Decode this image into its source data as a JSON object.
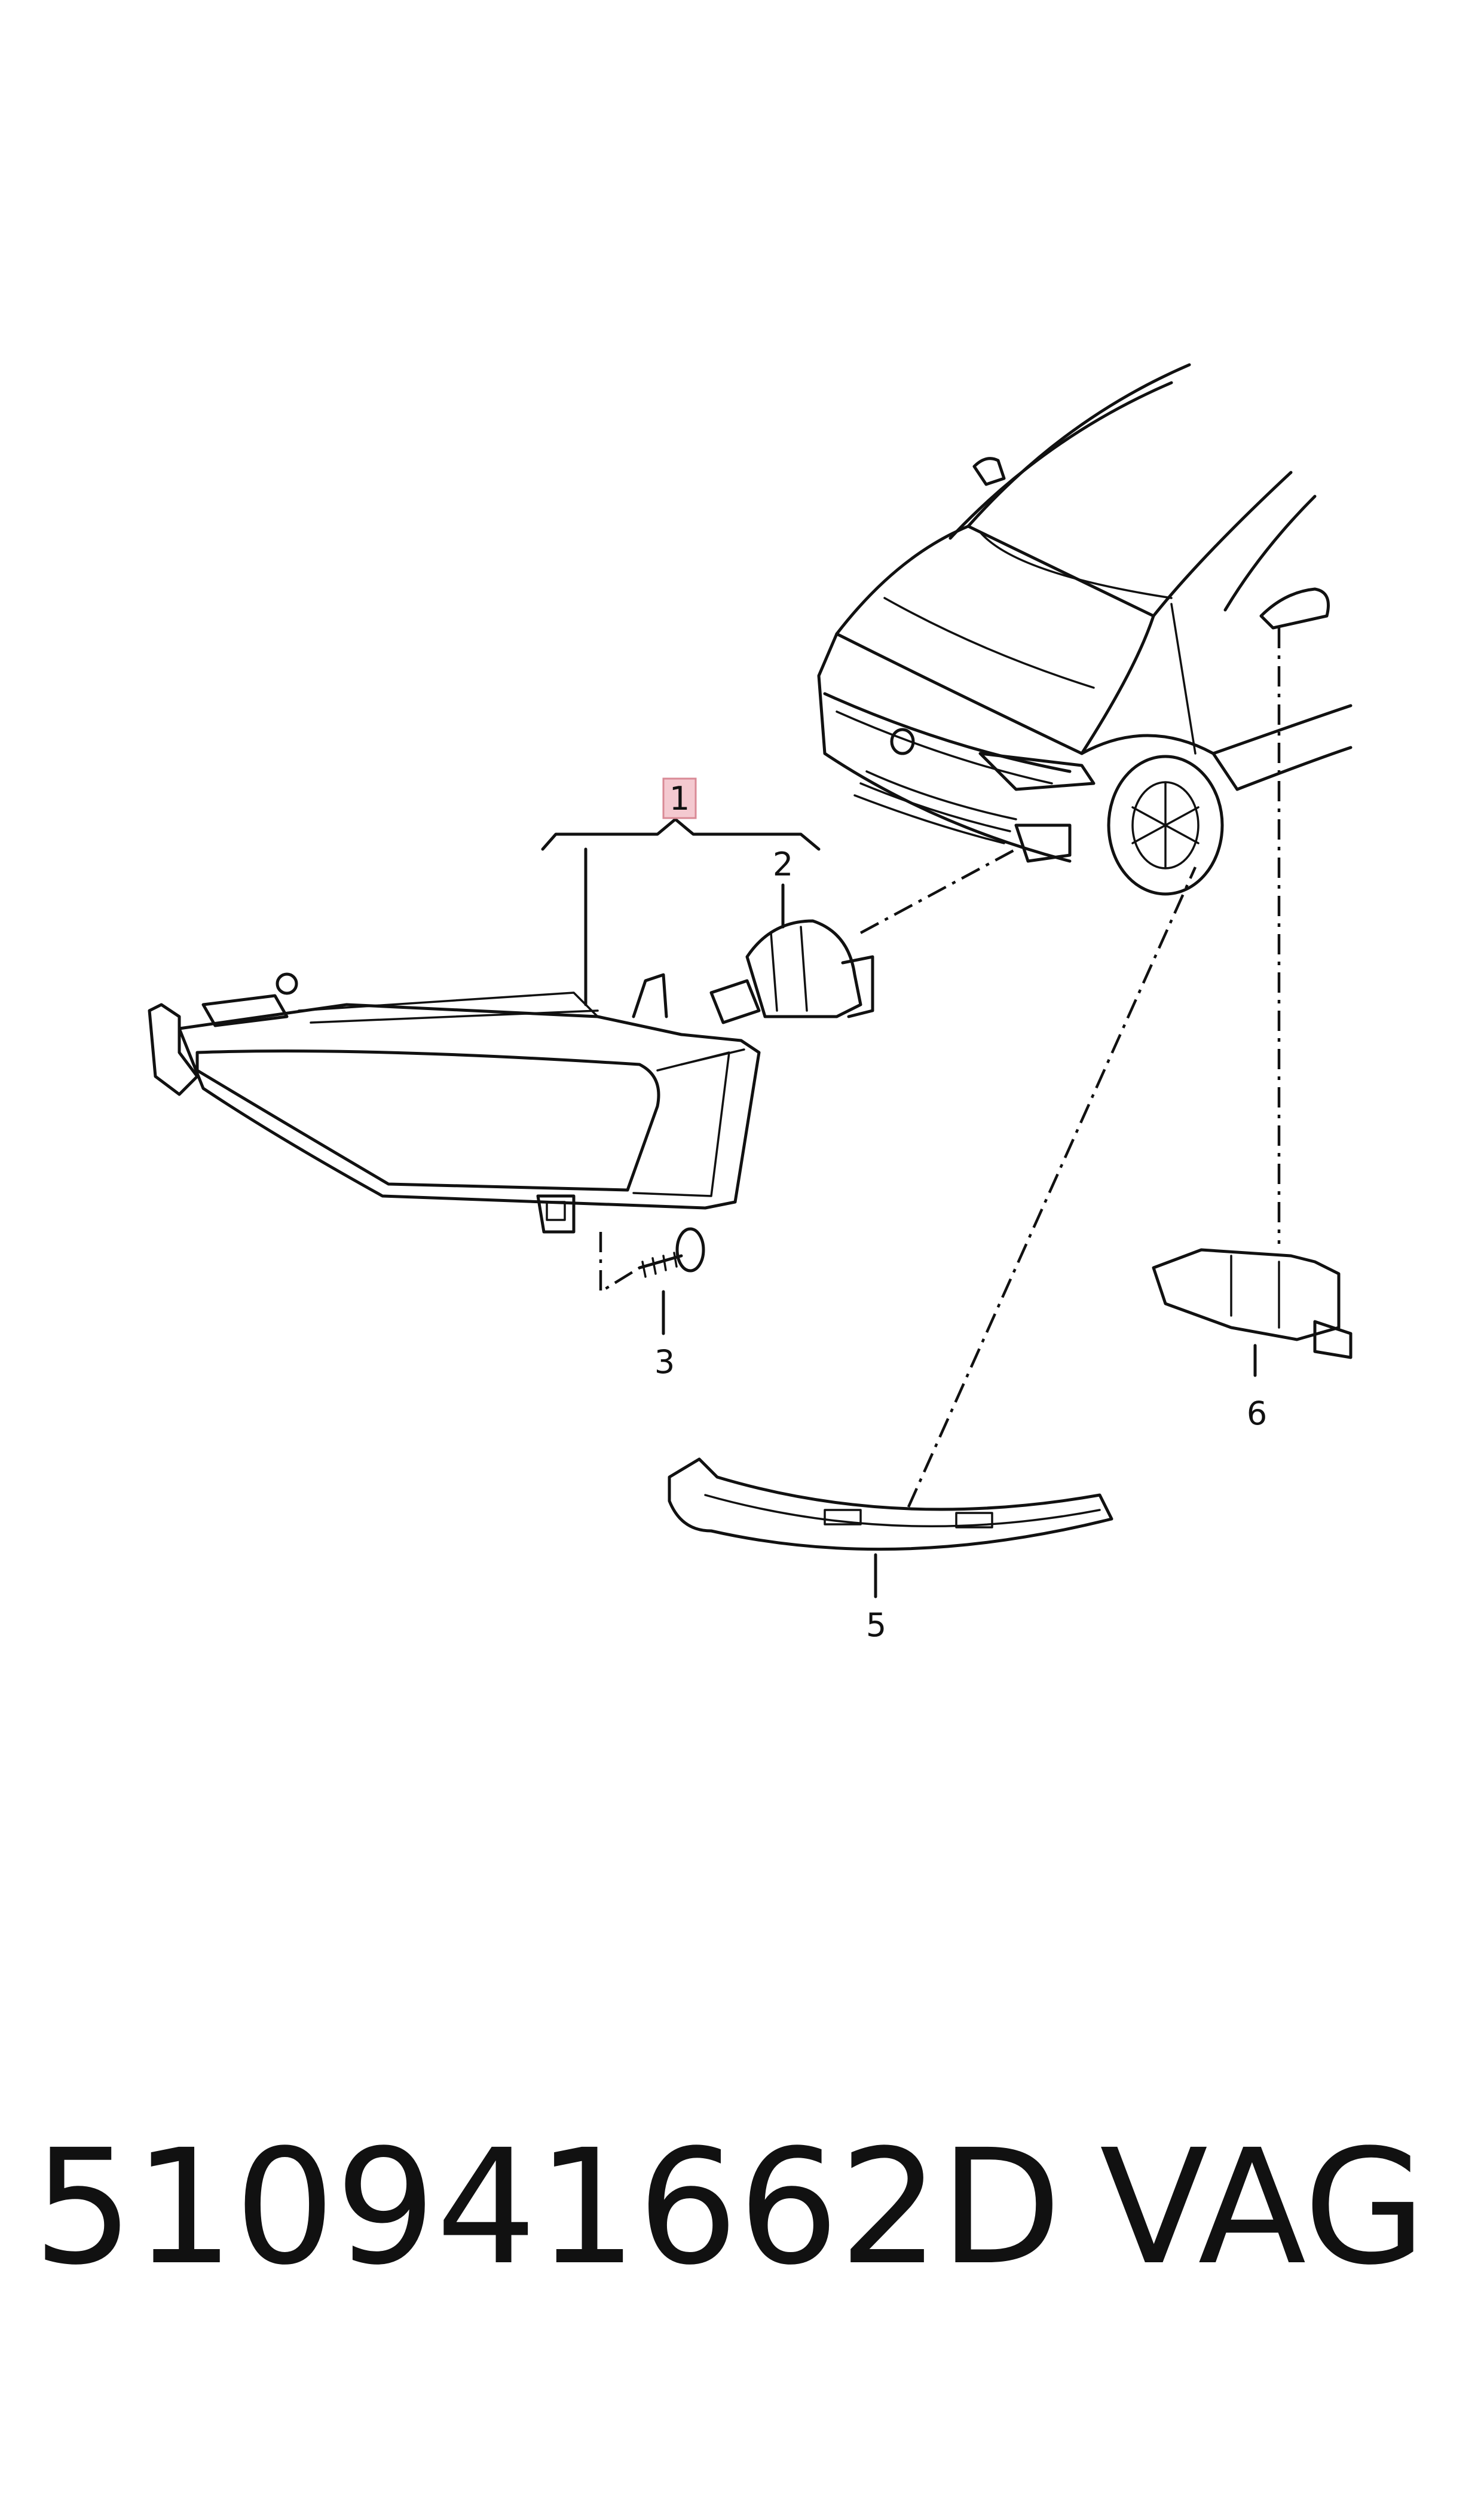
{
  "callouts": [
    {
      "id": "callout-1",
      "label": "1",
      "highlight": "#f4c9d0",
      "highlight_border": "#d98a96"
    },
    {
      "id": "callout-2",
      "label": "2"
    },
    {
      "id": "callout-3",
      "label": "3"
    },
    {
      "id": "callout-5",
      "label": "5"
    },
    {
      "id": "callout-6",
      "label": "6"
    }
  ],
  "footer": {
    "part_number": "510941662D",
    "brand": "VAG"
  }
}
